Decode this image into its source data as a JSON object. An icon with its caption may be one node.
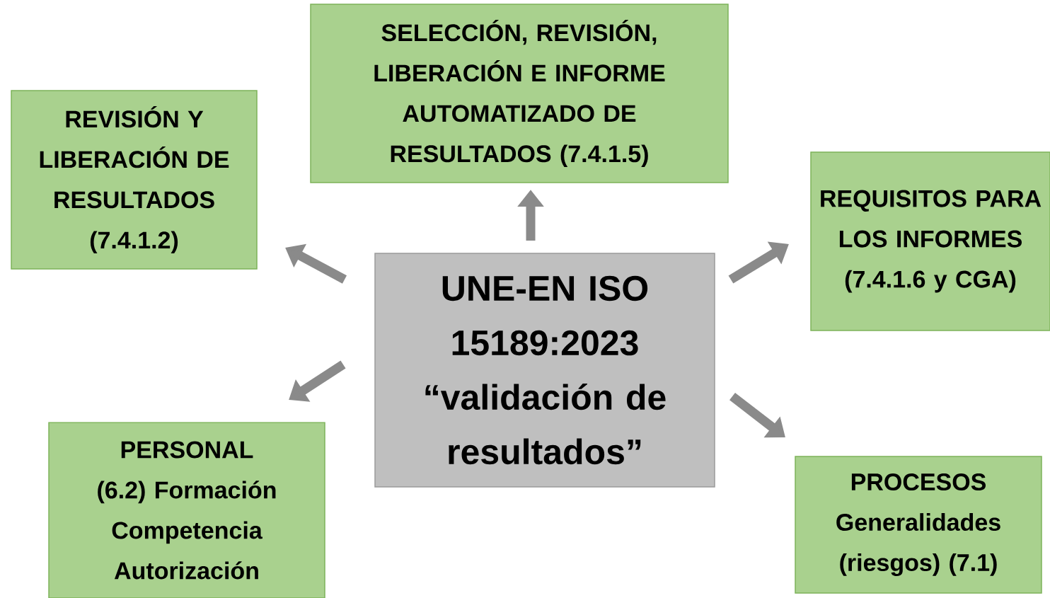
{
  "diagram": {
    "nodes": [
      {
        "text": [
          "SELECCIÓN, REVISIÓN, LIBERACIÓN E INFORME AUTOMATIZADO DE RESULTADOS (7.4.1.5)"
        ]
      },
      {
        "text": [
          "REVISIÓN Y LIBERACIÓN DE RESULTADOS (7.4.1.2)"
        ]
      },
      {
        "text": [
          "UNE-EN ISO 15189:2023 “validación de resultados”"
        ]
      },
      {
        "text": [
          "REQUISITOS PARA LOS INFORMES (7.4.1.6 y CGA)"
        ]
      },
      {
        "text": [
          "PERSONAL (6.2) Formación Competencia Autorización"
        ]
      },
      {
        "text": [
          "PROCESOS Generalidades (riesgos) (7.1)"
        ]
      }
    ],
    "edges": [
      {
        "from": 2,
        "to": 0,
        "arrow": "to"
      },
      {
        "from": 2,
        "to": 1,
        "arrow": "to"
      },
      {
        "from": 2,
        "to": 3,
        "arrow": "to"
      },
      {
        "from": 2,
        "to": 4,
        "arrow": "to"
      },
      {
        "from": 2,
        "to": 5,
        "arrow": "to"
      }
    ]
  }
}
